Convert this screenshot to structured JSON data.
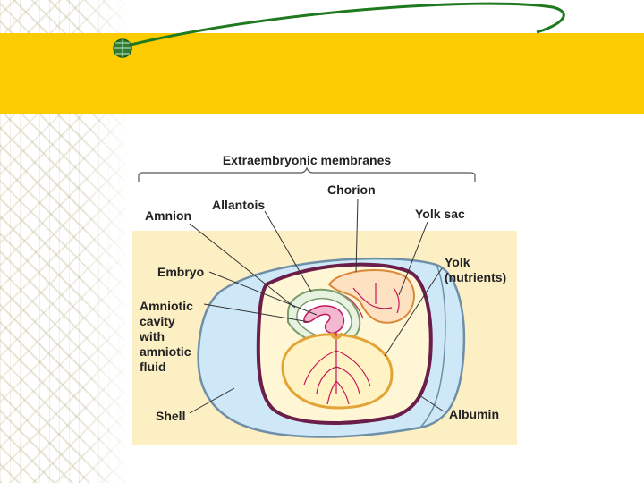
{
  "diagram": {
    "bracket_label": "Extraembryonic membranes",
    "labels": {
      "chorion": "Chorion",
      "allantois": "Allantois",
      "amnion": "Amnion",
      "yolk_sac": "Yolk sac",
      "yolk_line1": "Yolk",
      "yolk_line2": "(nutrients)",
      "embryo": "Embryo",
      "amniotic_1": "Amniotic",
      "amniotic_2": "cavity",
      "amniotic_3": "with",
      "amniotic_4": "amniotic",
      "amniotic_5": "fluid",
      "shell": "Shell",
      "albumin": "Albumin"
    }
  },
  "colors": {
    "title_band": "#fccc00",
    "figure_background": "#fcefc4",
    "albumin_fill": "#cfe8f8",
    "chorion_stroke": "#6b1e4a",
    "yolk_fill": "#fff3c4",
    "yolk_stroke": "#e2a436",
    "vessel": "#c2185b",
    "swoosh": "#1f7a1f"
  }
}
